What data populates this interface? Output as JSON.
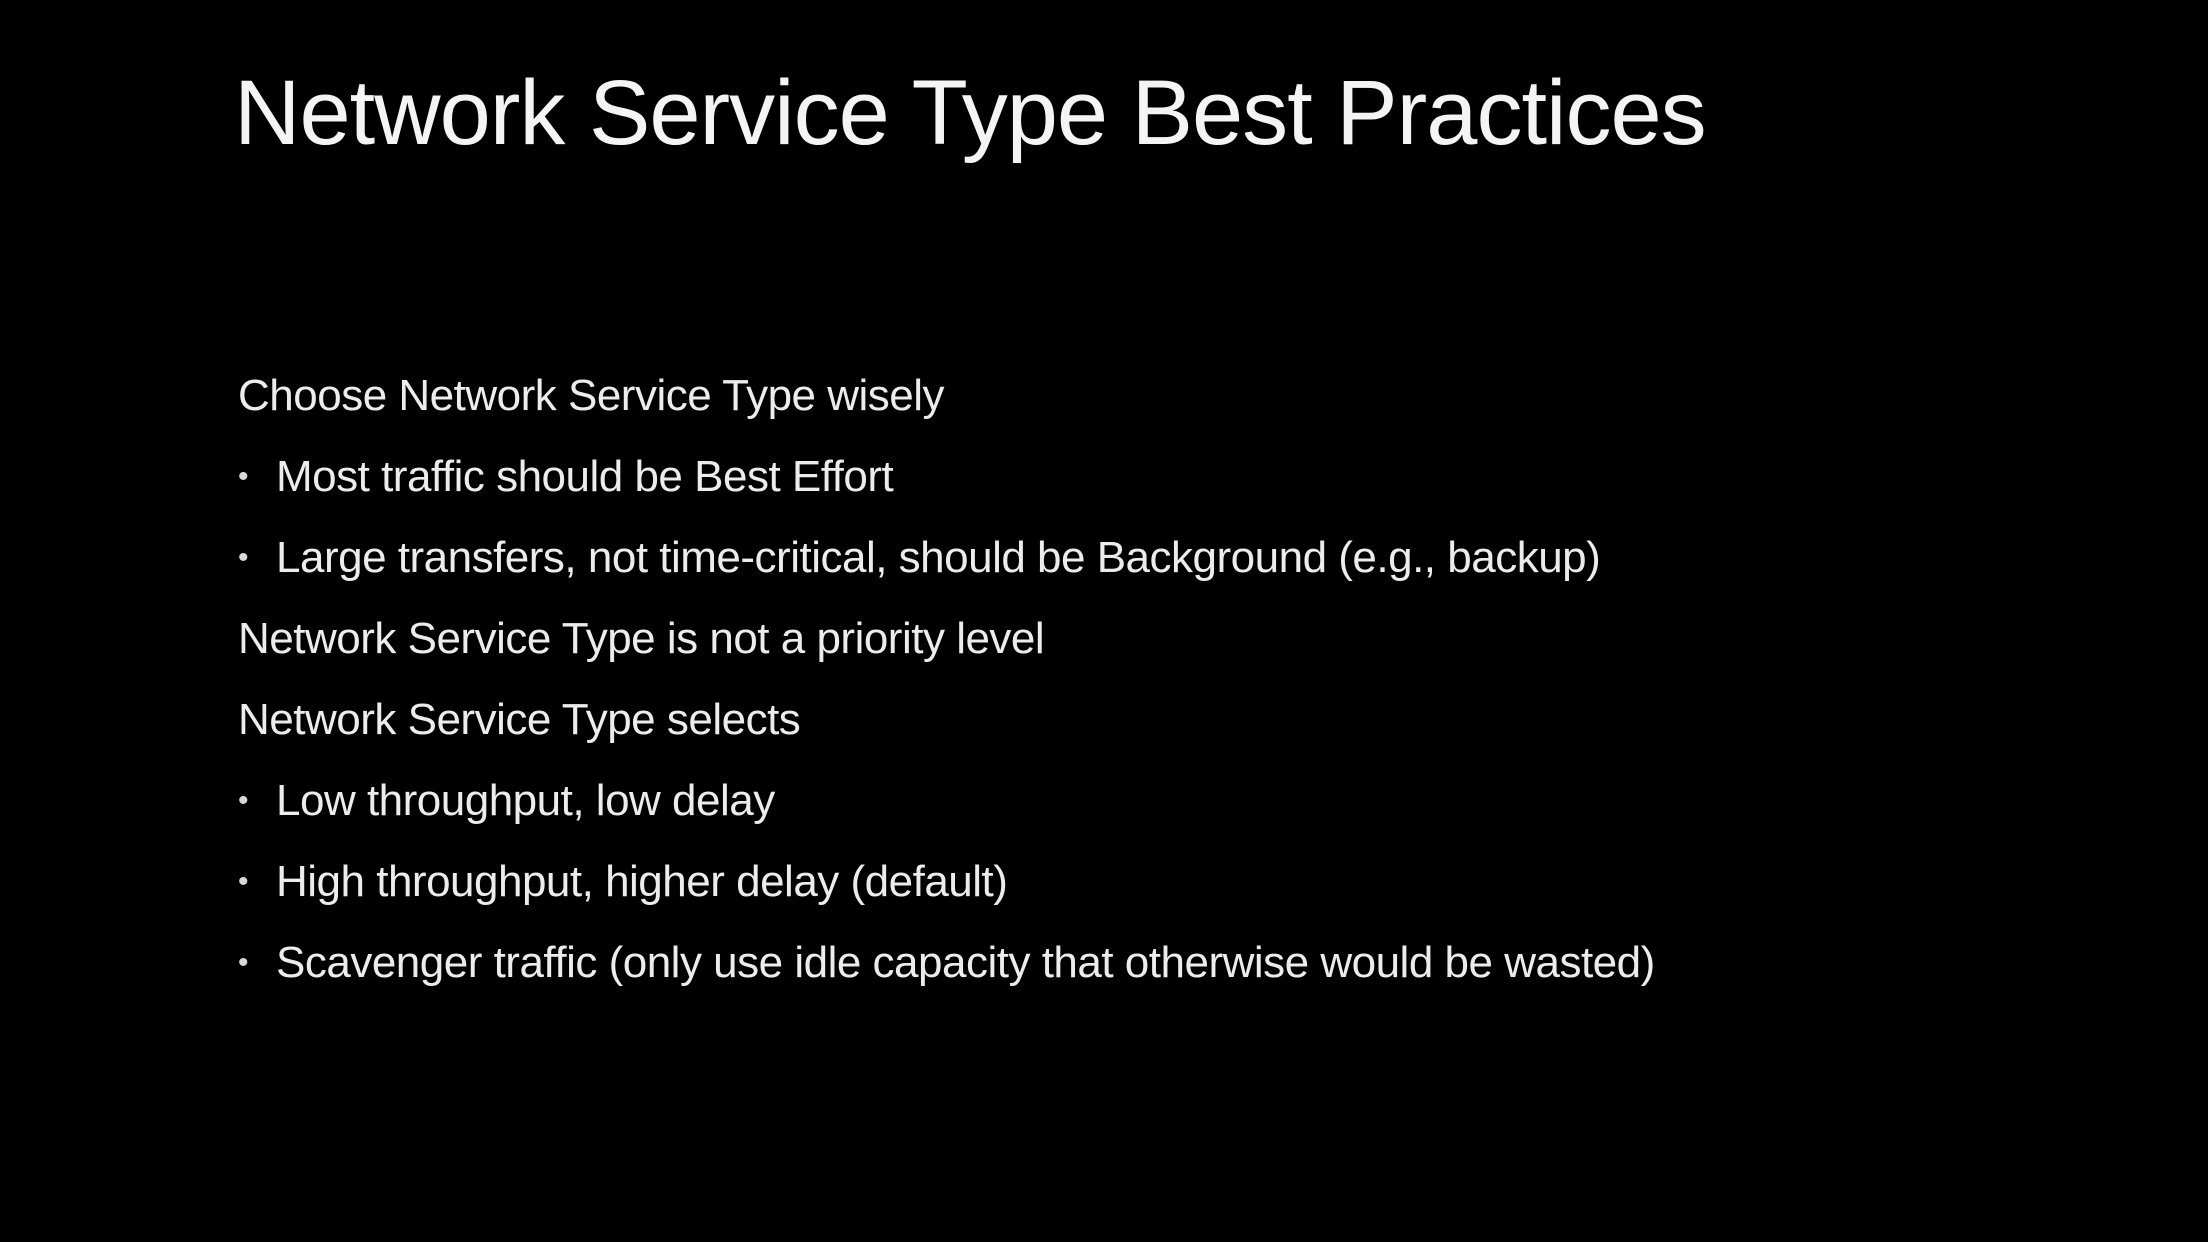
{
  "slide": {
    "title": "Network Service Type Best Practices",
    "bullet_glyph": "•",
    "items": [
      {
        "text": "Choose Network Service Type wisely",
        "level": 0
      },
      {
        "text": "Most traffic should be Best Effort",
        "level": 1
      },
      {
        "text": "Large transfers, not time-critical, should be Background (e.g., backup)",
        "level": 1
      },
      {
        "text": "Network Service Type is not a priority level",
        "level": 0
      },
      {
        "text": "Network Service Type selects",
        "level": 0
      },
      {
        "text": "Low throughput, low delay",
        "level": 1
      },
      {
        "text": "High throughput, higher delay (default)",
        "level": 1
      },
      {
        "text": "Scavenger traffic (only use idle capacity that otherwise would be wasted)",
        "level": 1
      }
    ]
  }
}
